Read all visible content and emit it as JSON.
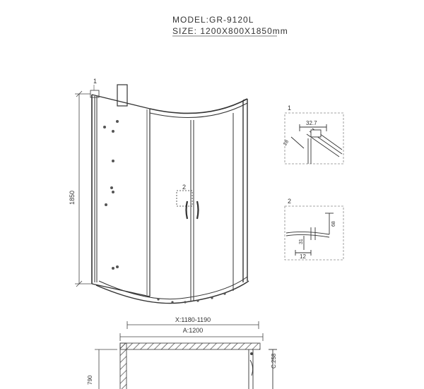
{
  "header": {
    "model_line": "MODEL:GR-9120L",
    "size_line": "SIZE: 1200X800X1850mm"
  },
  "main_view": {
    "callout_1": "1",
    "callout_2": "2",
    "height_dim": "1850"
  },
  "detail_1": {
    "label": "1",
    "dim_top": "32.7",
    "dim_side": "28"
  },
  "detail_2": {
    "label": "2",
    "dim_right": "68",
    "dim_left": "31",
    "dim_bottom": "12"
  },
  "plan_view": {
    "dim_x": "X:1180-1190",
    "dim_a": "A:1200",
    "dim_right": "C:258",
    "dim_left": "790"
  }
}
